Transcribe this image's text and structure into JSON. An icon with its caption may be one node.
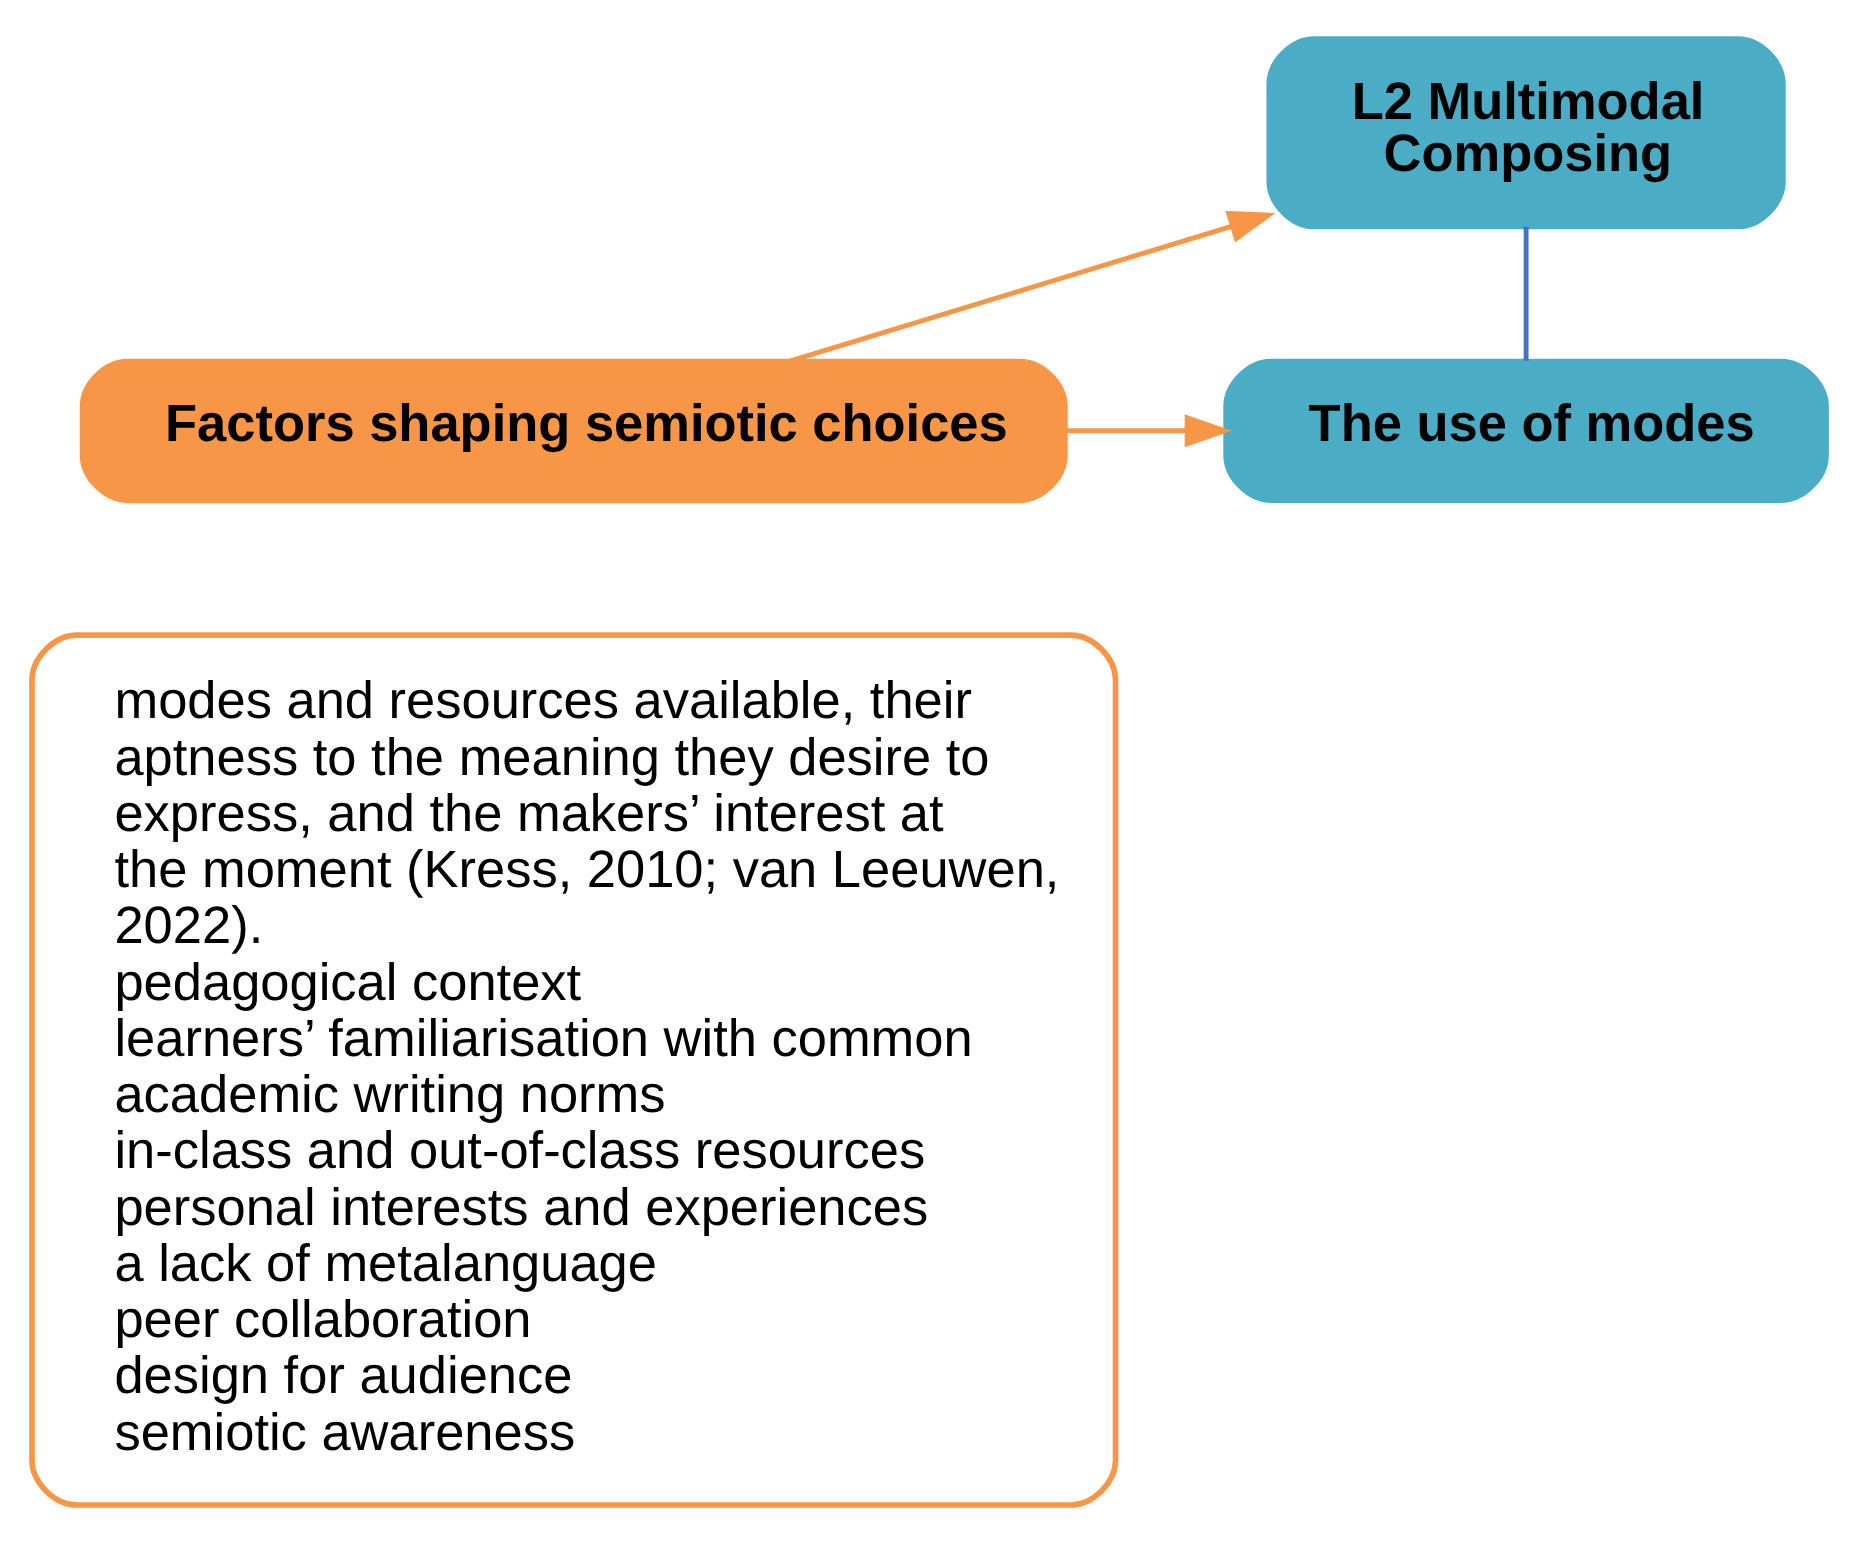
{
  "diagram": {
    "nodes": [
      {
        "text": [
          "L2 Multimodal Composing"
        ]
      },
      {
        "text": [
          "The use of modes"
        ]
      },
      {
        "text": [
          "Factors shaping semiotic choices"
        ]
      },
      {
        "text": [
          "modes and resources available, their aptness to the meaning they desire to express, and the makers’ interest at the moment (Kress, 2010; van Leeuwen, 2022).",
          "pedagogical context",
          "learners’ familiarisation with common academic writing norms",
          "in-class and out-of-class resources",
          "personal interests and experiences",
          "a lack of metalanguage",
          "peer collaboration",
          "design for audience",
          "semiotic awareness"
        ]
      }
    ],
    "edges": [
      {
        "from": 0,
        "to": 1,
        "arrow": "none",
        "color": "#4472c4"
      },
      {
        "from": 2,
        "to": 0,
        "arrow": "to"
      },
      {
        "from": 2,
        "to": 1,
        "arrow": "to"
      }
    ]
  }
}
